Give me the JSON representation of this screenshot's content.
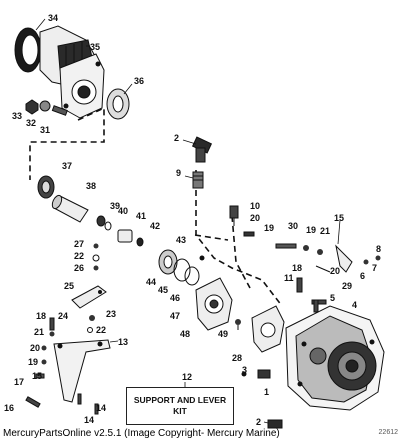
{
  "callouts": {
    "c34": "34",
    "c35": "35",
    "c36": "36",
    "c33": "33",
    "c32": "32",
    "c31": "31",
    "c2a": "2",
    "c9": "9",
    "c37": "37",
    "c38": "38",
    "c39": "39",
    "c40": "40",
    "c41": "41",
    "c42": "42",
    "c43": "43",
    "c10": "10",
    "c20a": "20",
    "c30": "30",
    "c19a": "19",
    "c21a": "21",
    "c15a": "15",
    "c8": "8",
    "c7": "7",
    "c6": "6",
    "c29": "29",
    "c20b": "20",
    "c19b": "19",
    "c11": "11",
    "c27": "27",
    "c22a": "22",
    "c26": "26",
    "c44": "44",
    "c45": "45",
    "c46": "46",
    "c47": "47",
    "c48": "48",
    "c18a": "18",
    "c25": "25",
    "c5": "5",
    "c4": "4",
    "c18b": "18",
    "c24": "24",
    "c23": "23",
    "c21b": "21",
    "c22b": "22",
    "c13": "13",
    "c49": "49",
    "c20c": "20",
    "c19c": "19",
    "c15b": "15",
    "c28": "28",
    "c3": "3",
    "c17": "17",
    "c16": "16",
    "c14a": "14",
    "c14b": "14",
    "c12": "12",
    "c1": "1",
    "c2b": "2"
  },
  "kit_box": {
    "line1": "SUPPORT AND LEVER",
    "line2": "KIT"
  },
  "footer": {
    "credit": "MercuryPartsOnline v2.5.1 (Image Copyright- Mercury Marine)"
  },
  "corner_code": "22612"
}
